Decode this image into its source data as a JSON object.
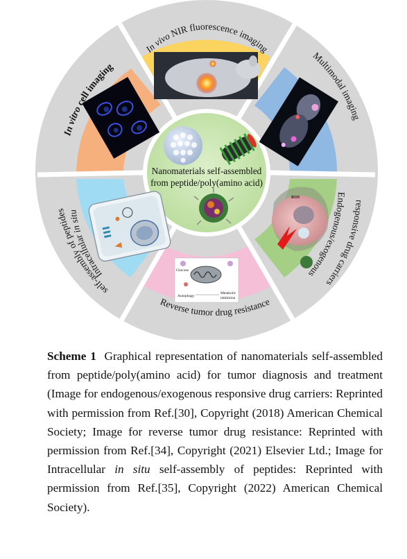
{
  "diagram": {
    "center_label": [
      "Nanomaterials self-assembled",
      "from peptide/poly(amino acid)"
    ],
    "segments": [
      {
        "key": "invitro",
        "label_italic": "In vitro",
        "label_rest": " cell imaging",
        "bold": true,
        "color": "#f5b07e"
      },
      {
        "key": "nir",
        "label_italic": "In vivo",
        "label_rest": " NIR fluorescence imaging",
        "color": "#fbd35f"
      },
      {
        "key": "multimodal",
        "label_italic": "",
        "label_rest": "Multimodal imaging",
        "color": "#8fb8e3"
      },
      {
        "key": "drug",
        "label_line1": "Endogenous/exogenous",
        "label_line2": "responsive drug carriers",
        "color": "#a6cf86"
      },
      {
        "key": "reverse",
        "label_italic": "",
        "label_rest": "Reverse tumor drug resistance",
        "color": "#f6bfd8"
      },
      {
        "key": "intracellular",
        "label_line1": "Intracellular ",
        "label_line1_italic": "in situ",
        "label_line2": "self-assembly of peptides",
        "color": "#9fdcf4"
      }
    ],
    "mito_panel": {
      "glucose": "Glucose",
      "autophagy": "Autophagy",
      "metabolic": [
        "Metabolic",
        "inhibition"
      ]
    },
    "cell_panel": {
      "ros": "ROS"
    }
  },
  "caption": {
    "label": "Scheme 1",
    "t1": "Graphical representation of nanomaterials self-assembled from peptide/poly(amino acid) for tumor diagnosis and treatment (Image for endogenous/exogenous responsive drug carriers: Reprinted with permission from Ref.[30], Copyright (2018) American Chemical Society; Image for reverse tumor drug resistance: Reprinted with permission from Ref.[34], Copyright (2021) Elsevier Ltd.; Image for Intracellular ",
    "italic": "in situ",
    "t2": " self-assembly of peptides: Reprinted with permission from Ref.[35], Copyright (2022) American Chemical Society)."
  }
}
